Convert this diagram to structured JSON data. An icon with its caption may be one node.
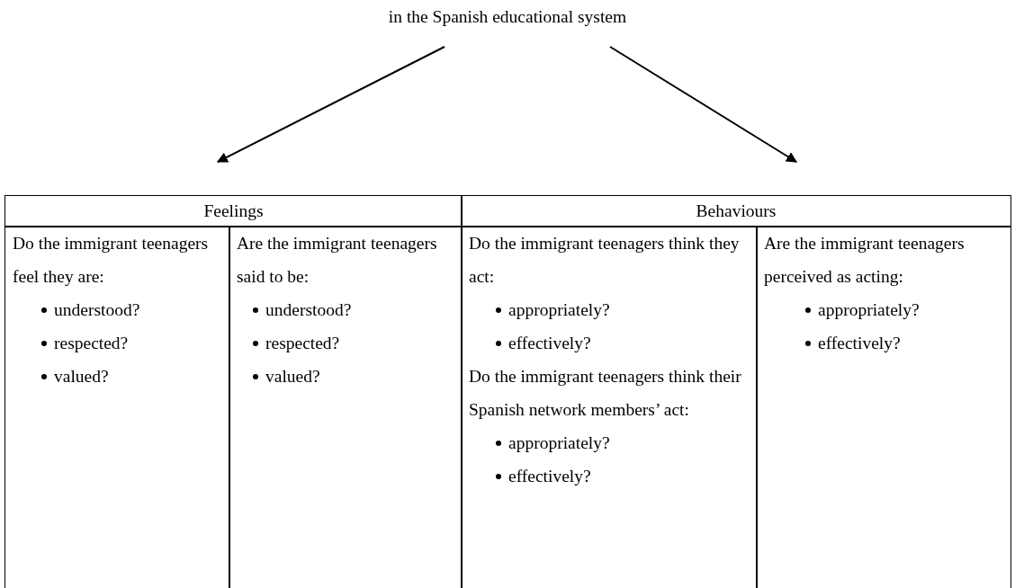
{
  "diagram": {
    "nodes": [
      {
        "text": [
          "in the Spanish educational system"
        ]
      },
      {
        "text": [
          "Feelings"
        ]
      },
      {
        "text": [
          "Behaviours"
        ]
      },
      {
        "text": [
          "Do the immigrant teenagers feel they are:",
          "understood?",
          "respected?",
          "valued?"
        ]
      },
      {
        "text": [
          "Are the immigrant teenagers said to be:",
          "understood?",
          "respected?",
          "valued?"
        ]
      },
      {
        "text": [
          "Do the immigrant teenagers think they act:",
          "appropriately?",
          "effectively?",
          "Do the immigrant teenagers think their Spanish network members’ act:",
          "appropriately?",
          "effectively?"
        ]
      },
      {
        "text": [
          "Are the immigrant teenagers perceived as acting:",
          "appropriately?",
          "effectively?"
        ]
      }
    ],
    "edges": [
      {
        "from": 0,
        "to": 1,
        "arrow": "to"
      },
      {
        "from": 0,
        "to": 2,
        "arrow": "to"
      }
    ]
  }
}
